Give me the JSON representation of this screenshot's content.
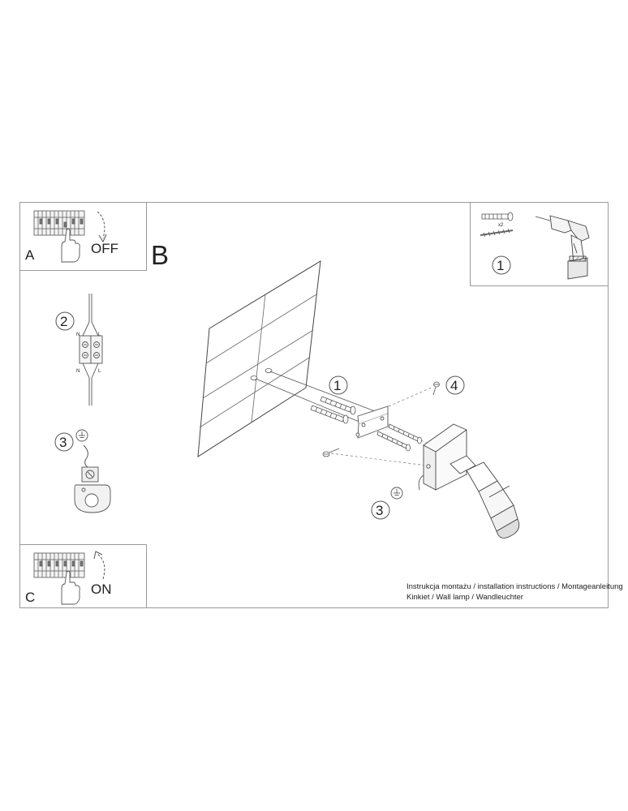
{
  "panels": {
    "a": {
      "letter": "A",
      "state": "OFF"
    },
    "b": {
      "letter": "B"
    },
    "c": {
      "letter": "C",
      "state": "ON"
    }
  },
  "steps": {
    "tools_step": "1",
    "dowel_step": "1",
    "wiring_step": "2",
    "ground_step_left": "3",
    "ground_step_right": "3",
    "screw_step": "4"
  },
  "terminal": {
    "n_top": "N",
    "l_top": "L",
    "n_bottom": "N",
    "l_bottom": "L"
  },
  "hardware": {
    "quantity": "x2"
  },
  "caption": {
    "line1": "Instrukcja montażu / installation instructions / Montageanleitung",
    "line2": "Kinkiet / Wall lamp / Wandleuchter"
  },
  "colors": {
    "line": "#555555",
    "frame": "#999999"
  }
}
